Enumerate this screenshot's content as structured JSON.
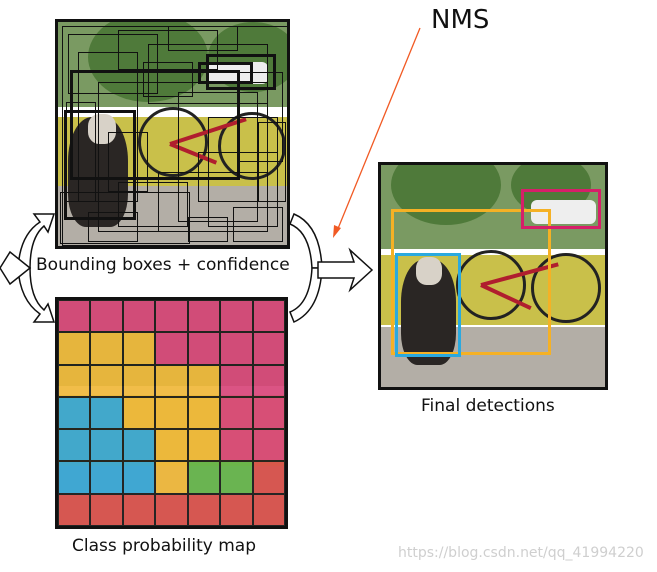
{
  "labels": {
    "bounding": "Bounding boxes + confidence",
    "class_map": "Class probability map",
    "final": "Final detections",
    "nms": "NMS",
    "watermark": "https://blog.csdn.net/qq_41994220"
  },
  "colors": {
    "magenta": "#d9467a",
    "yellow": "#f0b83a",
    "blue": "#37a7d6",
    "green": "#64b54a",
    "red": "#d9504a",
    "nms_arrow": "#f15a24",
    "dog_box": "#2aa9df",
    "bicycle_box": "#f5b125",
    "car_box": "#d61f69"
  },
  "class_grid": [
    [
      "magenta",
      "magenta",
      "magenta",
      "magenta",
      "magenta",
      "magenta",
      "magenta"
    ],
    [
      "yellow",
      "yellow",
      "yellow",
      "magenta",
      "magenta",
      "magenta",
      "magenta"
    ],
    [
      "yellow",
      "yellow",
      "yellow",
      "yellow",
      "yellow",
      "magenta",
      "magenta"
    ],
    [
      "blue",
      "blue",
      "yellow",
      "yellow",
      "yellow",
      "magenta",
      "magenta"
    ],
    [
      "blue",
      "blue",
      "blue",
      "yellow",
      "yellow",
      "magenta",
      "magenta"
    ],
    [
      "blue",
      "blue",
      "blue",
      "yellow",
      "green",
      "green",
      "red"
    ],
    [
      "red",
      "red",
      "red",
      "red",
      "red",
      "red",
      "red"
    ]
  ],
  "detections": [
    {
      "class": "dog",
      "color_key": "dog_box"
    },
    {
      "class": "bicycle",
      "color_key": "bicycle_box"
    },
    {
      "class": "car",
      "color_key": "car_box"
    }
  ]
}
